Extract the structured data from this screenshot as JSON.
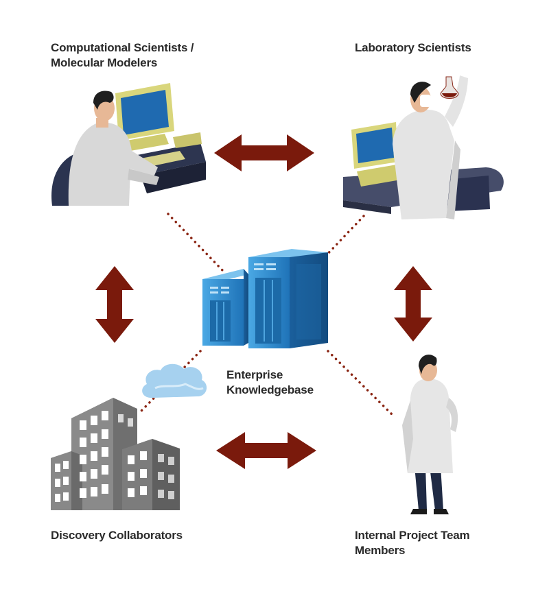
{
  "diagram": {
    "center": {
      "line1": "Enterprise",
      "line2": "Knowledgebase"
    },
    "nodes": {
      "computational": {
        "line1": "Computational Scientists /",
        "line2": "Molecular Modelers"
      },
      "laboratory": {
        "line1": "Laboratory Scientists"
      },
      "collaborators": {
        "line1": "Discovery Collaborators"
      },
      "internal": {
        "line1": "Internal Project Team",
        "line2": "Members"
      }
    },
    "colors": {
      "arrow": "#7a1a0c",
      "dots": "#8a2412",
      "server": "#2f8fd1",
      "text": "#2a2a2a"
    }
  }
}
